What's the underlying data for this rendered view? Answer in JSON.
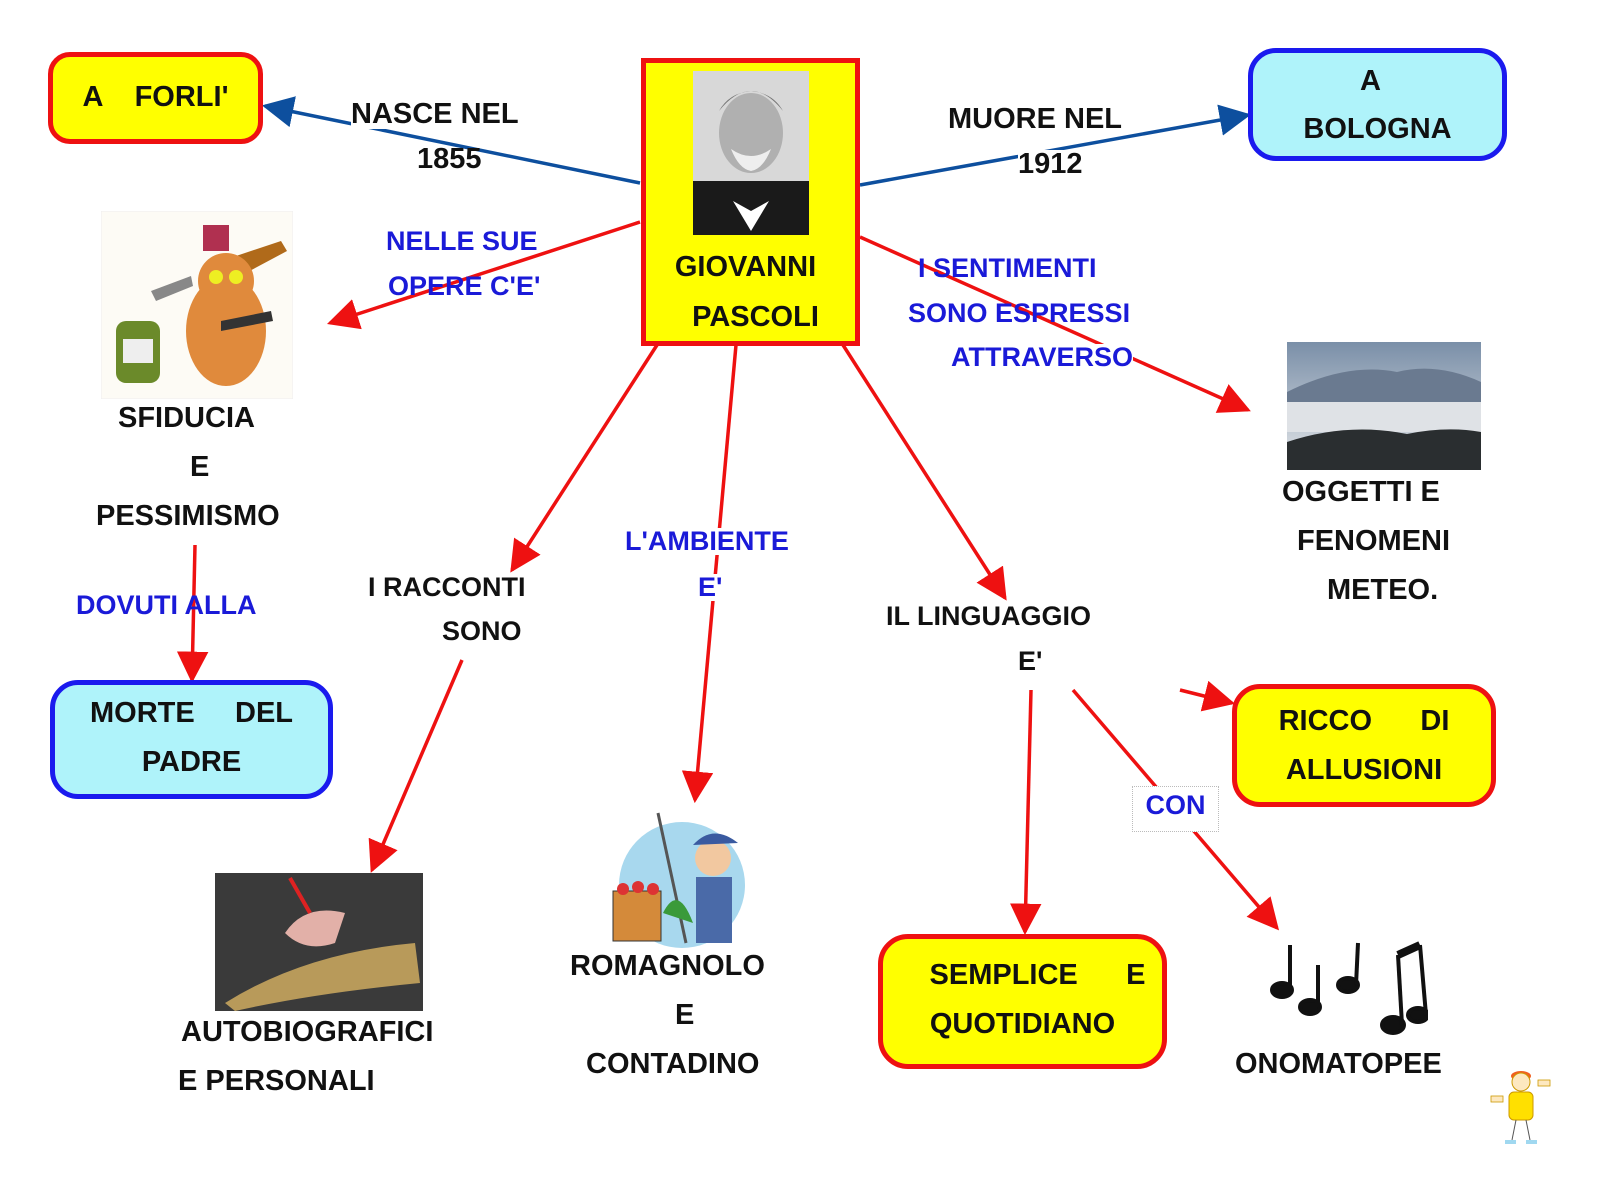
{
  "center": {
    "line1": "GIOVANNI",
    "line2": "PASCOLI"
  },
  "nodes": {
    "forli": "A    FORLI'",
    "bologna_1": "A",
    "bologna_2": "BOLOGNA",
    "sfiducia": [
      "SFIDUCIA",
      "E",
      "PESSIMISMO"
    ],
    "morte_1": "MORTE     DEL",
    "morte_2": "PADRE",
    "oggetti": [
      "OGGETTI     E",
      "FENOMENI",
      "METEO."
    ],
    "autobiografici": [
      "AUTOBIOGRAFICI",
      "E      PERSONALI"
    ],
    "romagnolo": [
      "ROMAGNOLO",
      "E",
      "CONTADINO"
    ],
    "semplice_1": "SEMPLICE      E",
    "semplice_2": "QUOTIDIANO",
    "ricco_1": "RICCO      DI",
    "ricco_2": "ALLUSIONI",
    "onomatopee": "ONOMATOPEE",
    "racconti": [
      "I      RACCONTI",
      "SONO"
    ],
    "linguaggio": [
      "IL       LINGUAGGIO",
      "E'"
    ]
  },
  "links": {
    "nasce": "NASCE      NEL",
    "year_birth": "1855",
    "muore": "MUORE      NEL",
    "year_death": "1912",
    "opere_1": "NELLE      SUE",
    "opere_2": "OPERE      C'E'",
    "sentimenti_1": "I      SENTIMENTI",
    "sentimenti_2": "SONO       ESPRESSI",
    "sentimenti_3": "ATTRAVERSO",
    "ambiente_1": "L'AMBIENTE",
    "ambiente_2": "E'",
    "dovuti": "DOVUTI      ALLA",
    "con": "CON"
  },
  "colors": {
    "yellow": "#ffff00",
    "red": "#ee1111",
    "cyan": "#aff3fa",
    "blue_border": "#1a1aee",
    "blue_line": "#0d4f9e",
    "link_text": "#1a1ad8"
  }
}
